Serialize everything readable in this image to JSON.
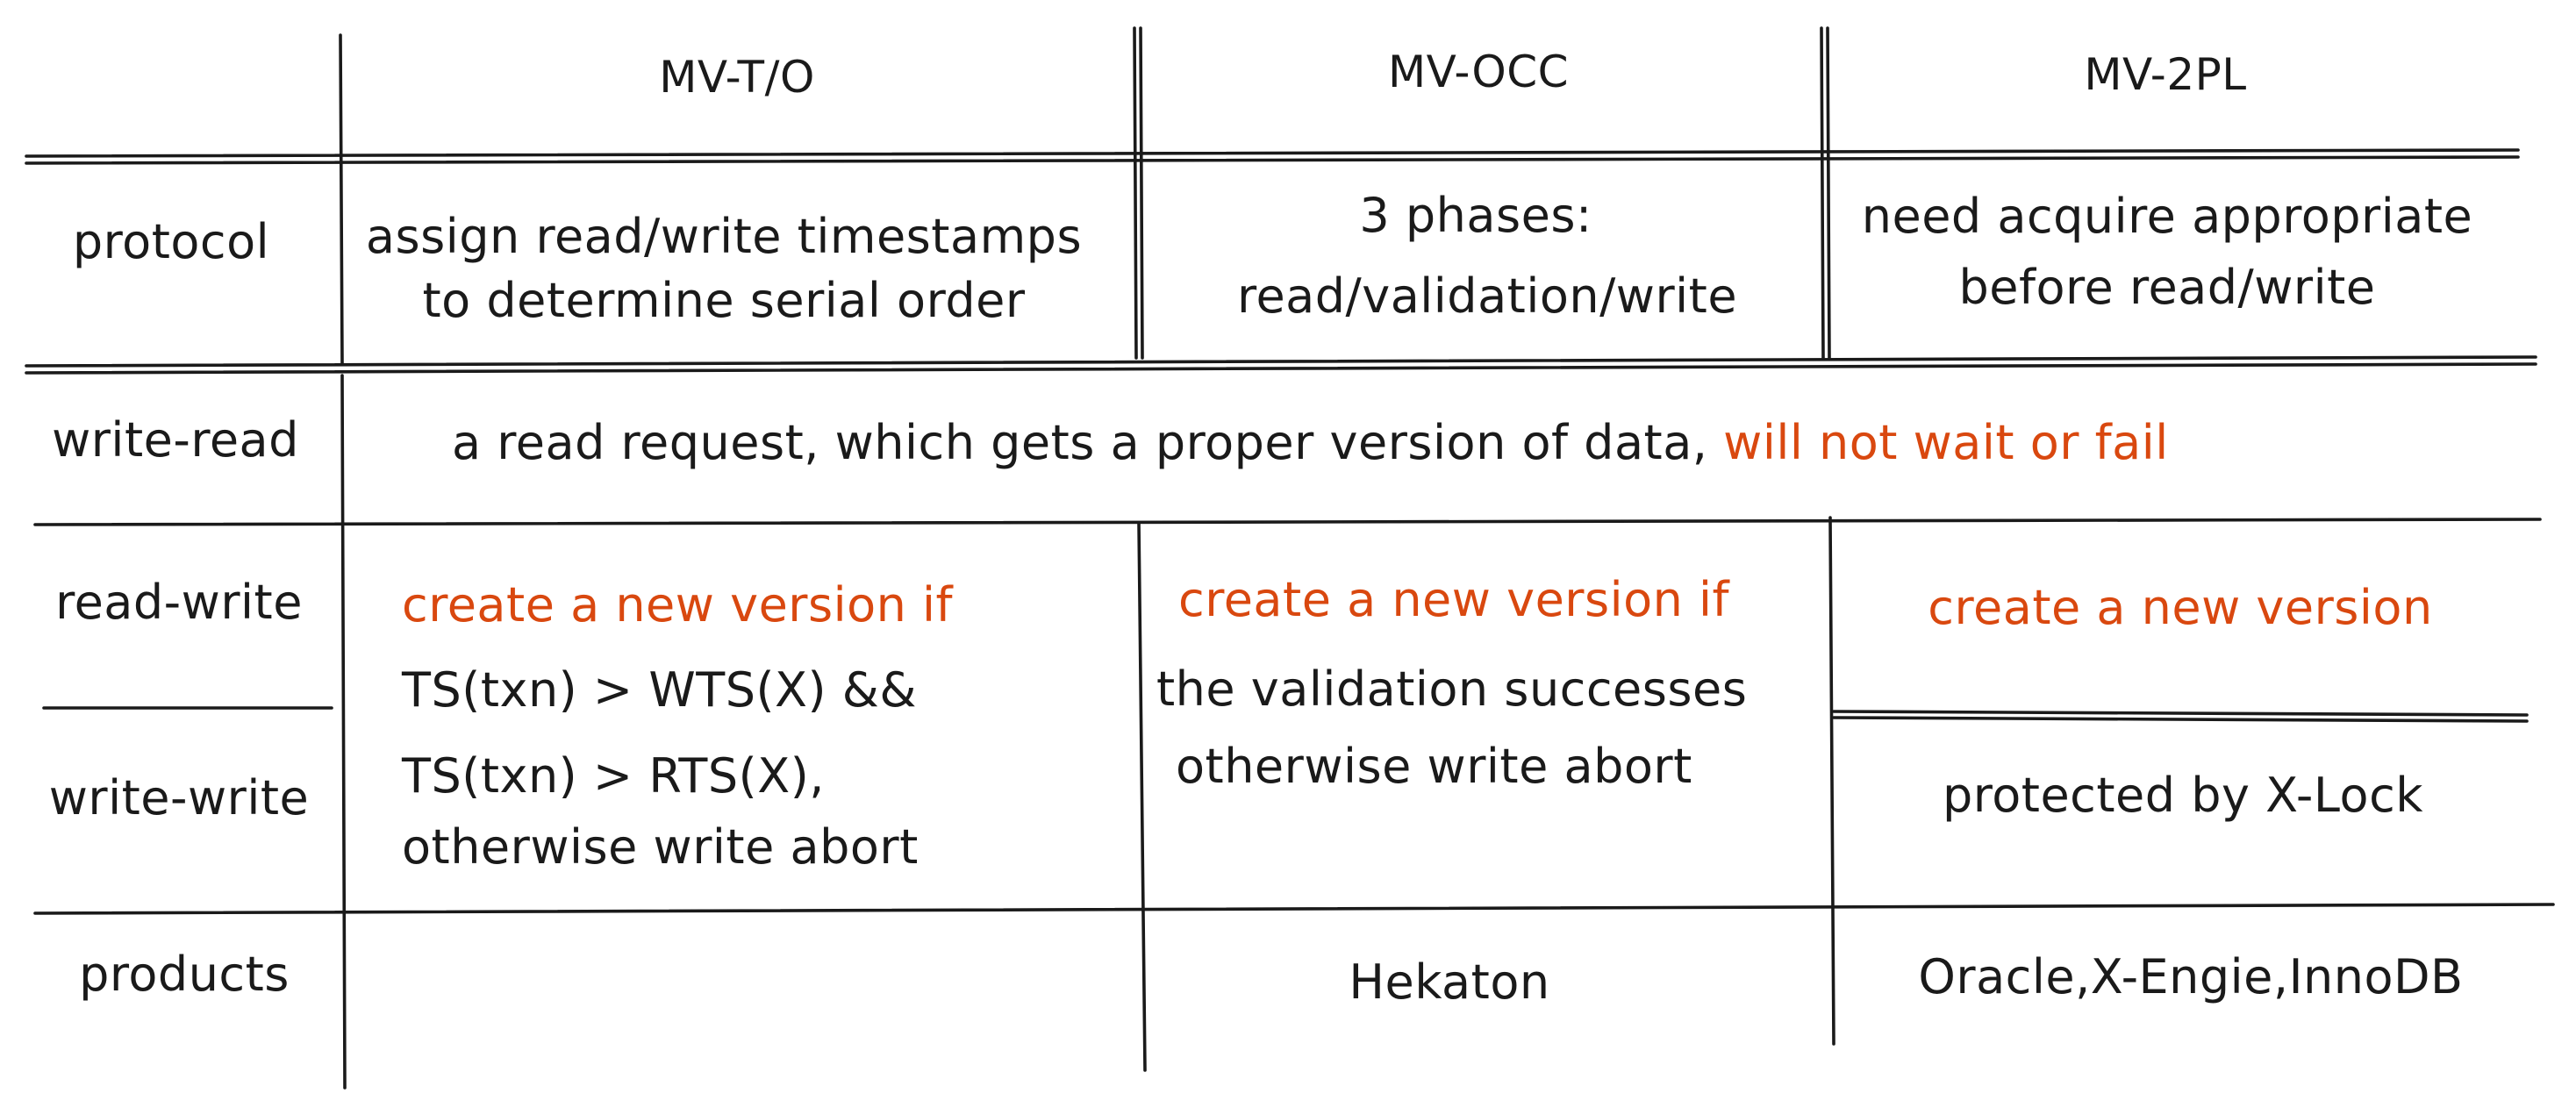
{
  "colors": {
    "ink": "#1a1a1a",
    "highlight": "#d9480f",
    "background": "#ffffff"
  },
  "columns": [
    "MV-T/O",
    "MV-OCC",
    "MV-2PL"
  ],
  "rows": {
    "protocol": "protocol",
    "write_read": "write-read",
    "read_write": "read-write",
    "write_write": "write-write",
    "products": "products"
  },
  "protocol": {
    "mvto": [
      "assign read/write timestamps",
      "to determine serial order"
    ],
    "mvocc": [
      "3 phases:",
      "read/validation/write"
    ],
    "mv2pl": [
      "need acquire appropriate",
      "before read/write"
    ]
  },
  "write_read": {
    "text": "a read request, which gets a proper version of data,",
    "highlight": "will not wait or fail"
  },
  "read_write": {
    "mvto": {
      "highlight": "create a new version if",
      "lines": [
        "TS(txn) > WTS(X) &&",
        "TS(txn) > RTS(X),",
        "otherwise write abort"
      ]
    },
    "mvocc": {
      "highlight": "create a new version if",
      "lines": [
        "the validation successes",
        "otherwise write abort"
      ]
    },
    "mv2pl": {
      "highlight": "create a new version"
    }
  },
  "write_write": {
    "mv2pl": "protected by X-Lock"
  },
  "products": {
    "mvto": "",
    "mvocc": "Hekaton",
    "mv2pl": "Oracle,X-Engie,InnoDB"
  }
}
